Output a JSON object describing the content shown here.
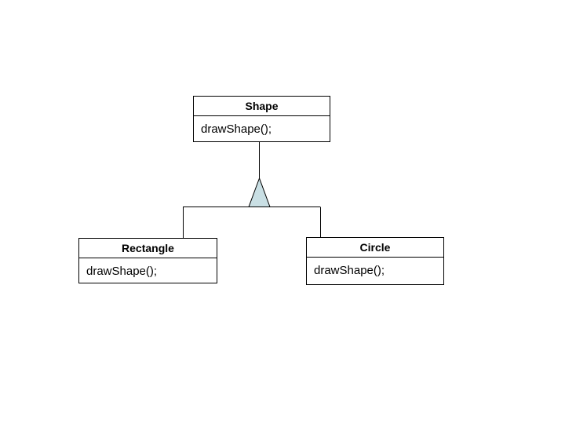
{
  "diagram": {
    "type": "uml-class-inheritance",
    "parent": {
      "name": "Shape",
      "method": "drawShape();"
    },
    "children": [
      {
        "name": "Rectangle",
        "method": "drawShape();"
      },
      {
        "name": "Circle",
        "method": "drawShape();"
      }
    ],
    "colors": {
      "background": "#ffffff",
      "box_fill": "#ffffff",
      "box_border": "#000000",
      "line": "#000000",
      "triangle_fill": "#c9dfe4",
      "triangle_stroke": "#000000",
      "text": "#000000"
    }
  }
}
